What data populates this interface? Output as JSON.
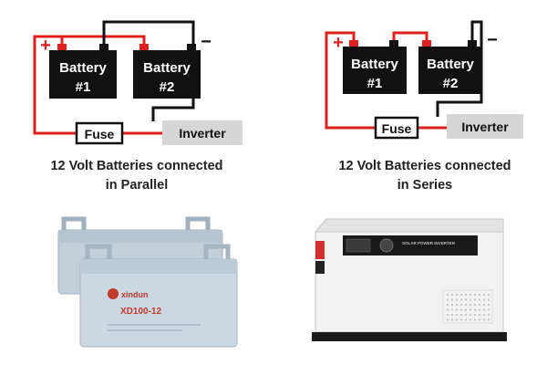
{
  "parallel": {
    "battery1": [
      "Battery",
      "#1"
    ],
    "battery2": [
      "Battery",
      "#2"
    ],
    "plus": "+",
    "minus": "−",
    "fuse": "Fuse",
    "inverter": "Inverter",
    "caption": [
      "12 Volt Batteries connected",
      "in Parallel"
    ]
  },
  "series": {
    "battery1": [
      "Battery",
      "#1"
    ],
    "battery2": [
      "Battery",
      "#2"
    ],
    "plus": "+",
    "minus": "−",
    "fuse": "Fuse",
    "inverter": "Inverter",
    "caption": [
      "12 Volt Batteries connected",
      "in Series"
    ]
  },
  "products": {
    "battery_brand": "xindun",
    "battery_model": "XD100-12",
    "inverter_panel_title": "SOLAR POWER INVERTER"
  },
  "colors": {
    "positive_wire": "#e0201e",
    "negative_wire": "#111111",
    "battery_body": "#111111",
    "inverter_box": "#d6d6d6",
    "battery_case": "#c9d6df",
    "inverter_case": "#f0f0f0"
  }
}
